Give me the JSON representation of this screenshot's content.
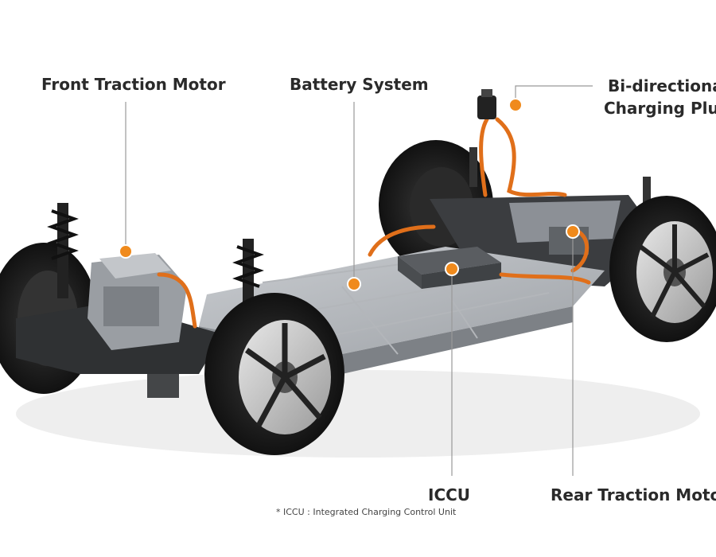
{
  "labels": {
    "front_motor": "Front Traction Motor",
    "battery": "Battery System",
    "plug_line1": "Bi-directional",
    "plug_line2": "Charging Plug",
    "iccu": "ICCU",
    "rear_motor": "Rear Traction Motor"
  },
  "footnote": "* ICCU : Integrated Charging Control Unit",
  "colors": {
    "marker": "#f08a1c",
    "cable": "#e06f1a",
    "leader": "#999999",
    "text": "#2a2a2a"
  }
}
